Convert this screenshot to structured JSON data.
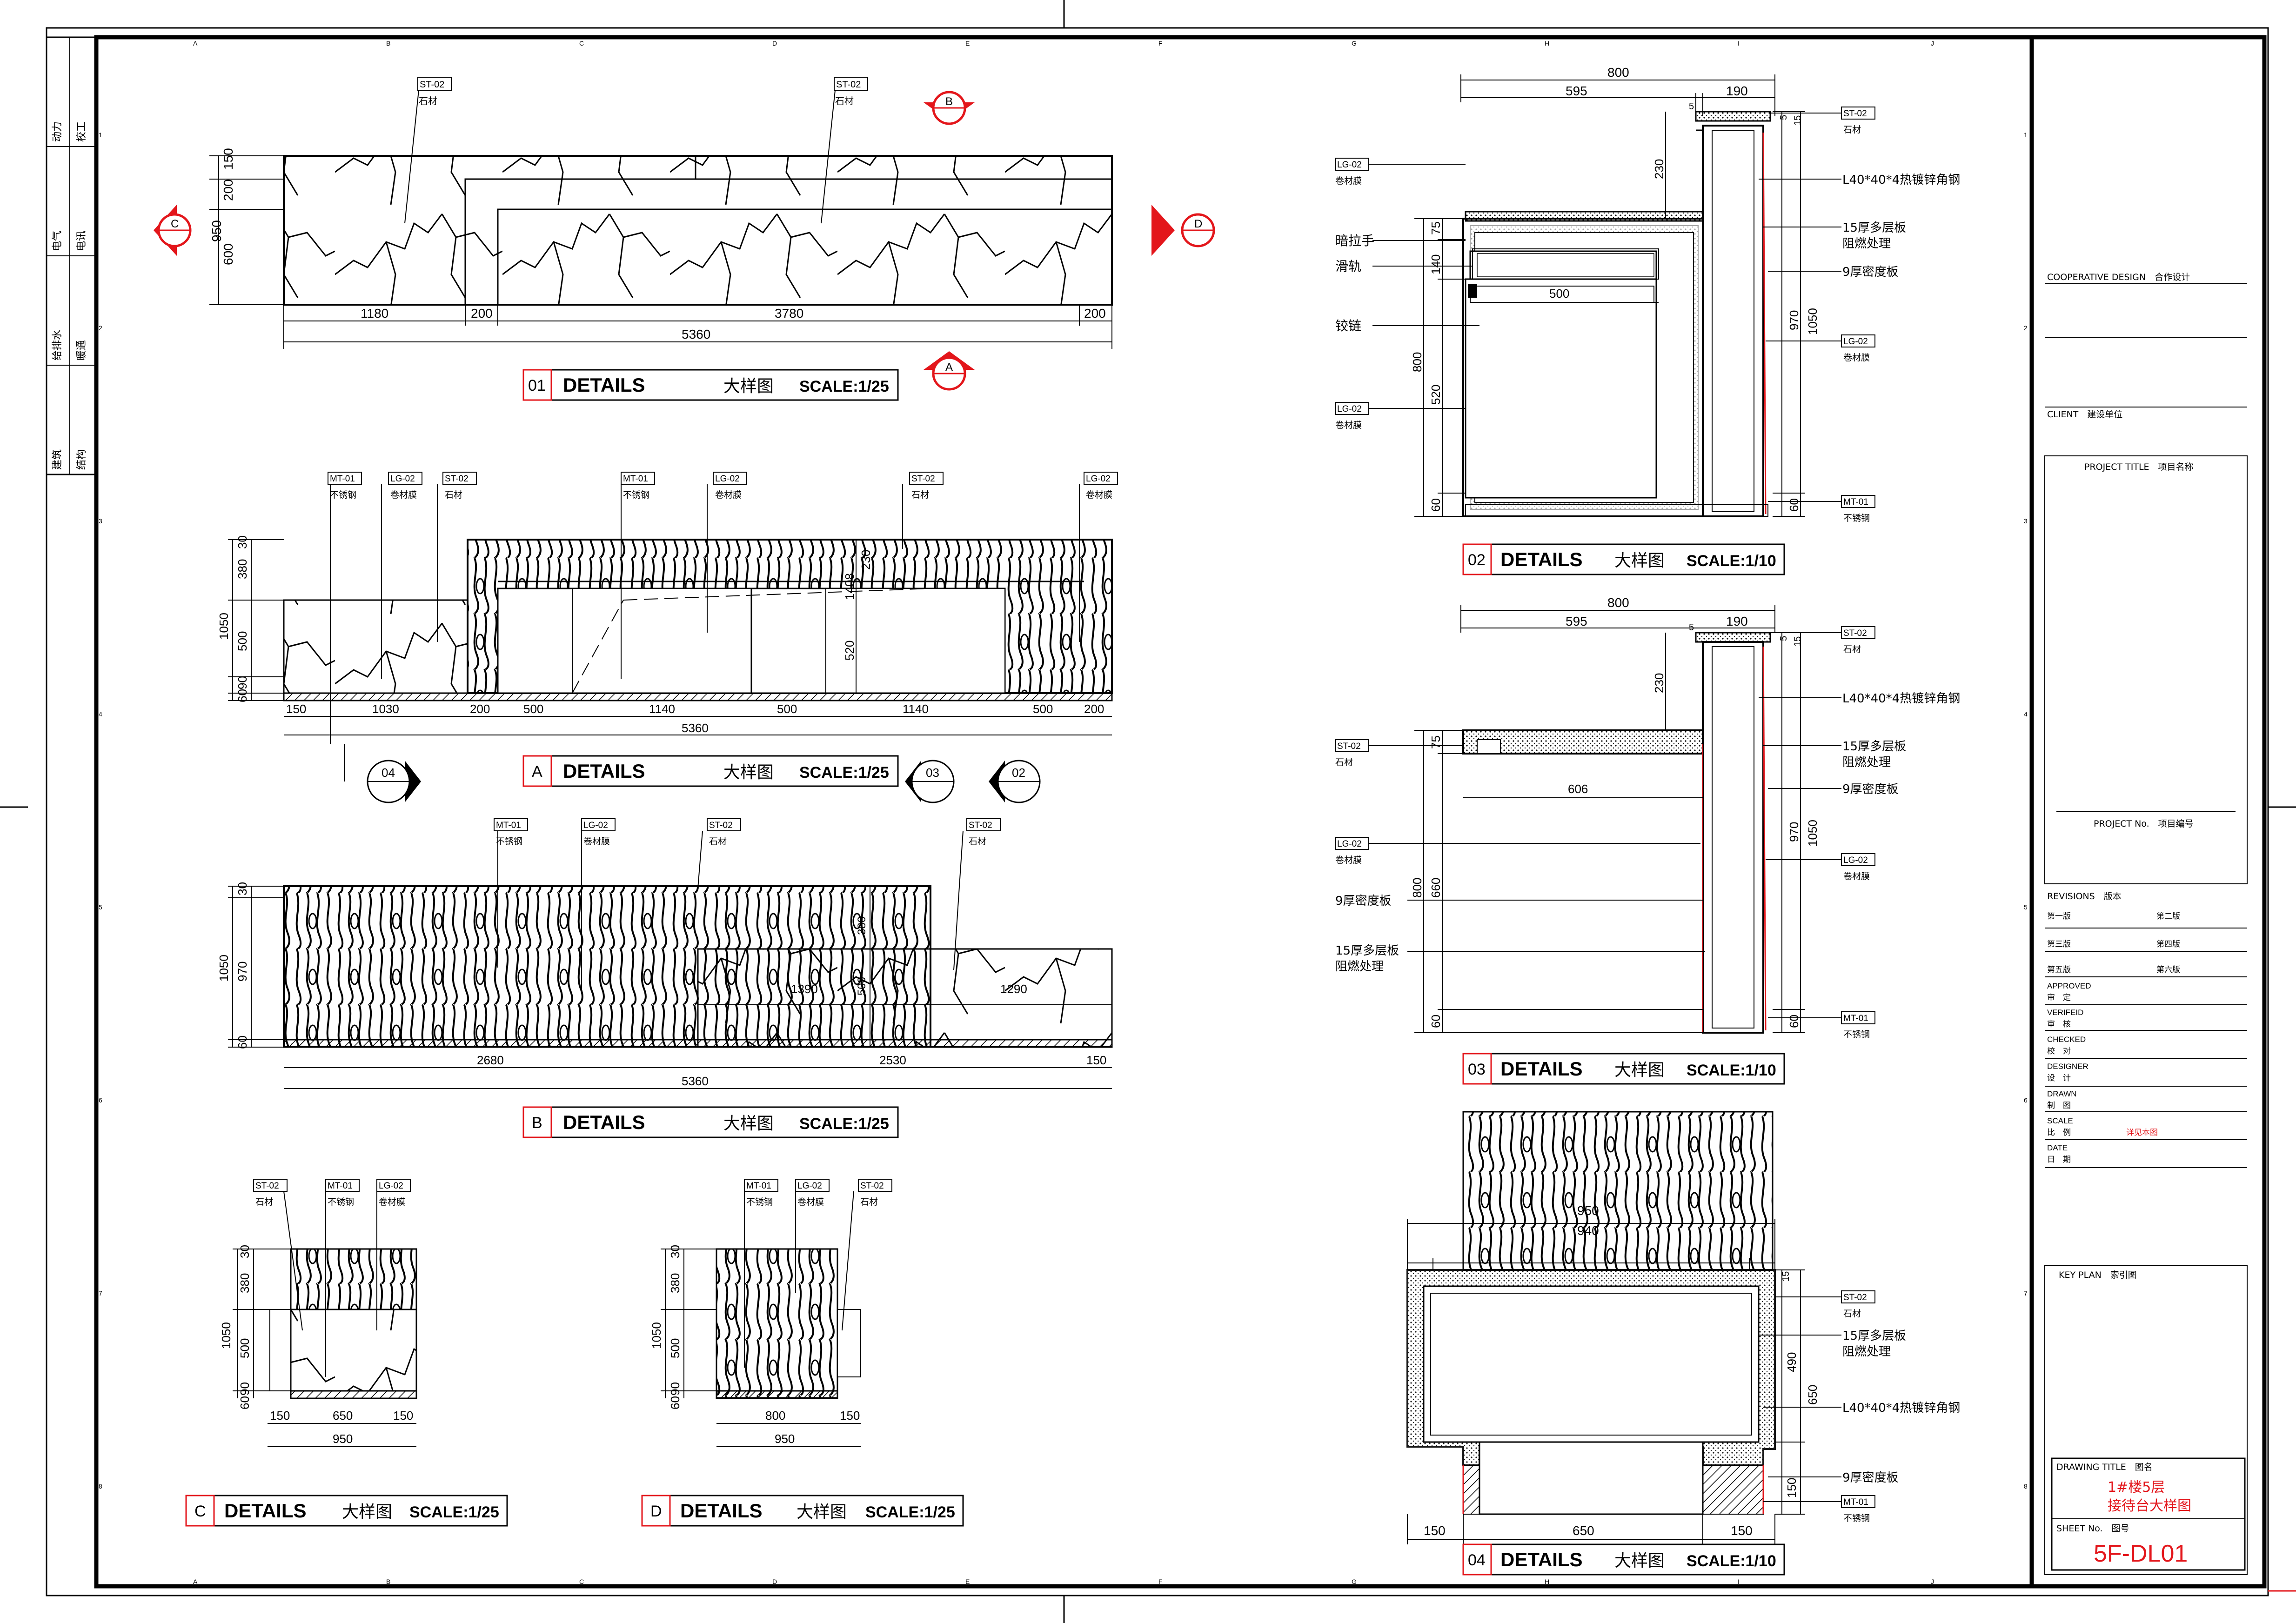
{
  "grid": {
    "cols": [
      "A",
      "B",
      "C",
      "D",
      "E",
      "F",
      "G",
      "H",
      "I",
      "J"
    ],
    "rows": [
      "1",
      "2",
      "3",
      "4",
      "5",
      "6",
      "7",
      "8"
    ]
  },
  "left_strip": [
    {
      "a": "动力",
      "b": "校工"
    },
    {
      "a": "电气",
      "b": "电讯"
    },
    {
      "a": "给排水",
      "b": "暖通"
    },
    {
      "a": "建筑",
      "b": "结构"
    }
  ],
  "tags": {
    "st": "ST-02",
    "st_txt": "石材",
    "lg": "LG-02",
    "lg_txt": "卷材膜",
    "mt": "MT-01",
    "mt_txt": "不锈钢"
  },
  "sections": {
    "a": "A",
    "b": "B",
    "c": "C",
    "d": "D",
    "n02": "02",
    "n03": "03",
    "n04": "04"
  },
  "titles": {
    "t01": {
      "num": "01",
      "label": "DETAILS",
      "cn": "大样图",
      "scale": "SCALE:1/25"
    },
    "tA": {
      "num": "A",
      "label": "DETAILS",
      "cn": "大样图",
      "scale": "SCALE:1/25"
    },
    "tB": {
      "num": "B",
      "label": "DETAILS",
      "cn": "大样图",
      "scale": "SCALE:1/25"
    },
    "tC": {
      "num": "C",
      "label": "DETAILS",
      "cn": "大样图",
      "scale": "SCALE:1/25"
    },
    "tD": {
      "num": "D",
      "label": "DETAILS",
      "cn": "大样图",
      "scale": "SCALE:1/25"
    },
    "t02": {
      "num": "02",
      "label": "DETAILS",
      "cn": "大样图",
      "scale": "SCALE:1/10"
    },
    "t03": {
      "num": "03",
      "label": "DETAILS",
      "cn": "大样图",
      "scale": "SCALE:1/10"
    },
    "t04": {
      "num": "04",
      "label": "DETAILS",
      "cn": "大样图",
      "scale": "SCALE:1/10"
    }
  },
  "dims": {
    "d01": {
      "v150": "150",
      "v200": "200",
      "v600": "600",
      "v950": "950",
      "h1180": "1180",
      "h200a": "200",
      "h3780": "3780",
      "h200b": "200",
      "total": "5360"
    },
    "dA": {
      "v30": "30",
      "v380": "380",
      "v1050": "1050",
      "v500": "500",
      "v90": "90",
      "v60": "60",
      "v230": "230",
      "v1408": "1408",
      "v520": "520",
      "h150": "150",
      "h1030": "1030",
      "h200": "200",
      "h500a": "500",
      "h1140a": "1140",
      "h500b": "500",
      "h1140b": "1140",
      "h500c": "500",
      "h200b": "200",
      "total": "5360"
    },
    "dB": {
      "v30": "30",
      "v1050": "1050",
      "v970": "970",
      "v60": "60",
      "v380": "380",
      "v500": "500",
      "h1390": "1390",
      "h1290": "1290",
      "h2680": "2680",
      "h2530": "2530",
      "h150": "150",
      "total": "5360"
    },
    "dC": {
      "v30": "30",
      "v380": "380",
      "v1050": "1050",
      "v500": "500",
      "v90": "90",
      "v60": "60",
      "h150a": "150",
      "h650": "650",
      "h150b": "150",
      "total": "950"
    },
    "dD": {
      "v30": "30",
      "v380": "380",
      "v1050": "1050",
      "v500": "500",
      "v90": "90",
      "v60": "60",
      "h800": "800",
      "h150": "150",
      "total": "950"
    },
    "d02": {
      "h800": "800",
      "h595": "595",
      "h5": "5",
      "h190": "190",
      "v5": "5",
      "v15": "15",
      "v230": "230",
      "v75": "75",
      "v140": "140",
      "v800": "800",
      "v520": "520",
      "v60": "60",
      "h500": "500",
      "v970": "970",
      "v1050": "1050",
      "v60b": "60"
    },
    "d03": {
      "h800": "800",
      "h595": "595",
      "h5": "5",
      "h190": "190",
      "v5": "5",
      "v15": "15",
      "v230": "230",
      "v75": "75",
      "h606": "606",
      "v800": "800",
      "v660": "660",
      "v60": "60",
      "v970": "970",
      "v1050": "1050",
      "v60b": "60"
    },
    "d04": {
      "h950": "950",
      "h940": "940",
      "v15": "15",
      "v490": "490",
      "v650": "650",
      "v150": "150",
      "h150a": "150",
      "h650": "650",
      "h150b": "150"
    }
  },
  "notes": {
    "angle_steel": "L40*40*4热镀锌角钢",
    "ply15_a": "15厚多层板",
    "ply15_b": "阻燃处理",
    "mdf9": "9厚密度板",
    "hidden_handle": "暗拉手",
    "slide": "滑轨",
    "hinge": "铰链",
    "ply15_left": "15厚多层板",
    "fire_left": "阻燃处理",
    "mdf9_left": "9厚密度板"
  },
  "title_block": {
    "coop": "COOPERATIVE DESIGN　合作设计",
    "client": "CLIENT　建设单位",
    "project_title": "PROJECT TITLE　项目名称",
    "project_no": "PROJECT No.　项目编号",
    "revisions": "REVISIONS　版本",
    "rev": [
      "第一版",
      "第二版",
      "第三版",
      "第四版",
      "第五版",
      "第六版"
    ],
    "approved": "APPROVED",
    "approved_cn": "审　定",
    "verified": "VERIFEID",
    "verified_cn": "审　核",
    "checked": "CHECKED",
    "checked_cn": "校　对",
    "designer": "DESIGNER",
    "designer_cn": "设　计",
    "drawn": "DRAWN",
    "drawn_cn": "制　图",
    "scale": "SCALE",
    "scale_cn": "比　例",
    "scale_val": "详见本图",
    "date": "DATE",
    "date_cn": "日　期",
    "key_plan": "KEY PLAN　索引图",
    "drawing_title": "DRAWING TITLE　图名",
    "drawing_name_1": "1#楼5层",
    "drawing_name_2": "接待台大样图",
    "sheet_no": "SHEET No.　图号",
    "sheet_val": "5F-DL01"
  },
  "colors": {
    "accent": "#e3161b",
    "line": "#000000"
  }
}
